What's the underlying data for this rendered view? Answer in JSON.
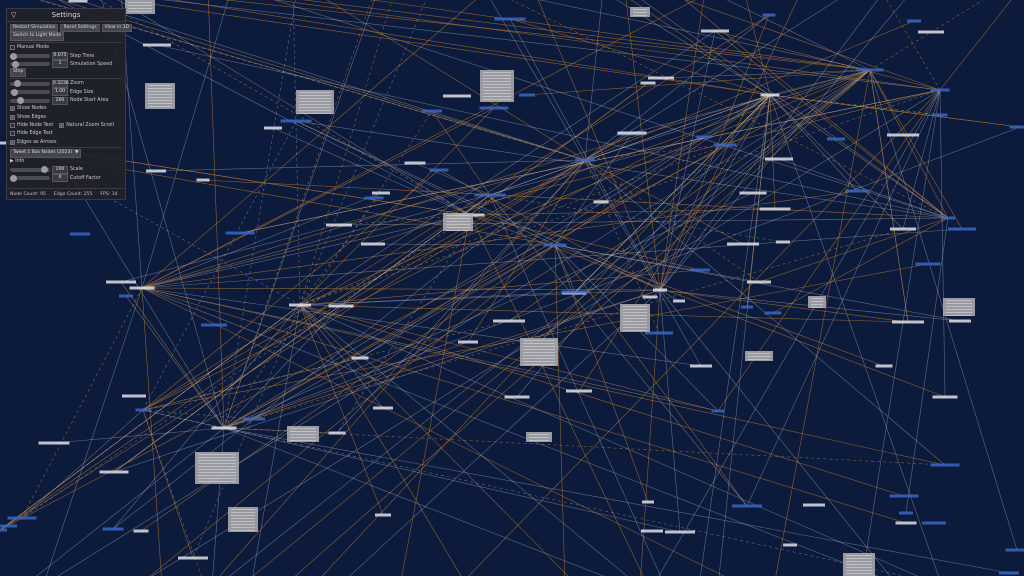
{
  "panel": {
    "title": "Settings",
    "buttons": {
      "restart": "Restart Simulation",
      "reset": "Reset Settings",
      "view3d": "View in 3D",
      "light": "Switch to Light Mode",
      "step": "Step"
    },
    "manual_mode": "Manual Mode",
    "step_time": {
      "value": "0.075",
      "label": "Step Time"
    },
    "sim_speed": {
      "value": "1",
      "label": "Simulation Speed",
      "fraction": 0.05
    },
    "zoom": {
      "value": "0.3236",
      "label": "Zoom",
      "fraction": 0.12
    },
    "edge_size": {
      "value": "1.00",
      "label": "Edge Size",
      "fraction": 0.04
    },
    "node_start": {
      "value": "200",
      "label": "Node Start Area",
      "fraction": 0.2
    },
    "show_nodes": "Show Nodes",
    "show_edges": "Show Edges",
    "hide_node_text": "Hide Node Text",
    "natural_zoom": "Natural Zoom Scroll",
    "hide_edge_text": "Hide Edge Text",
    "edges_arrows": "Edges as Arrows",
    "preset": "Tweet 1 Box Nodes (2023)",
    "info": "Info",
    "scale": {
      "value": "200",
      "label": "Scale",
      "fraction": 0.95
    },
    "cutoff": {
      "value": "0",
      "label": "Cutoff Factor",
      "fraction": 0.0
    }
  },
  "status": {
    "nodes": "Node Count: 95",
    "edges": "Edge Count: 255",
    "fps": "FPS: 14"
  },
  "colors": {
    "background": "#0c1a3b",
    "edge_orange": "#b8782e",
    "edge_white": "#c8cbd2",
    "node_blue": "#3a66c4",
    "box_gray": "#a9a9ad"
  }
}
